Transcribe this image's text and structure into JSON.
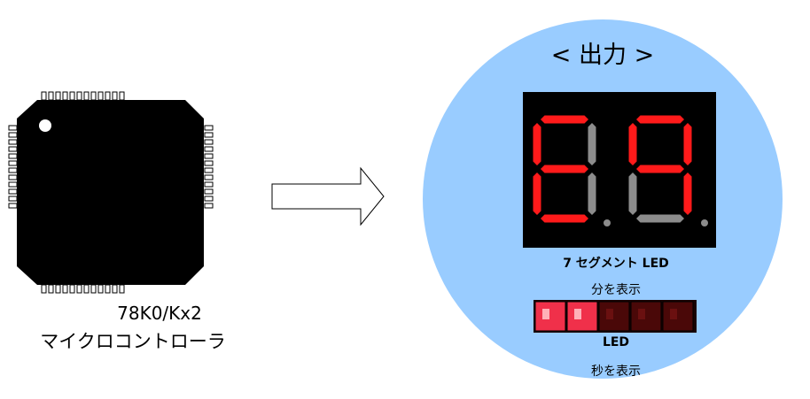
{
  "mcu": {
    "part_label": "78K0/Kx2",
    "type_label": "マイクロコントローラ"
  },
  "output": {
    "title": "< 出力 >",
    "seven_seg_label": "7 セグメント LED",
    "seven_seg_caption": "分を表示",
    "led_label": "LED",
    "led_caption": "秒を表示",
    "seven_seg_digits": [
      {
        "on": [
          "a",
          "e",
          "f",
          "g",
          "d"
        ]
      },
      {
        "on": [
          "a",
          "b",
          "c",
          "f",
          "g"
        ]
      }
    ],
    "led_states": [
      true,
      true,
      false,
      false,
      false
    ]
  },
  "colors": {
    "circle": "#99CCFF",
    "segment_on": "#FF1A1A",
    "segment_off": "#8C8C8C",
    "led_on": "#F0304A",
    "led_off": "#4A0808",
    "chip": "#000000"
  },
  "icons": [
    "right-arrow-icon",
    "chip-icon"
  ]
}
